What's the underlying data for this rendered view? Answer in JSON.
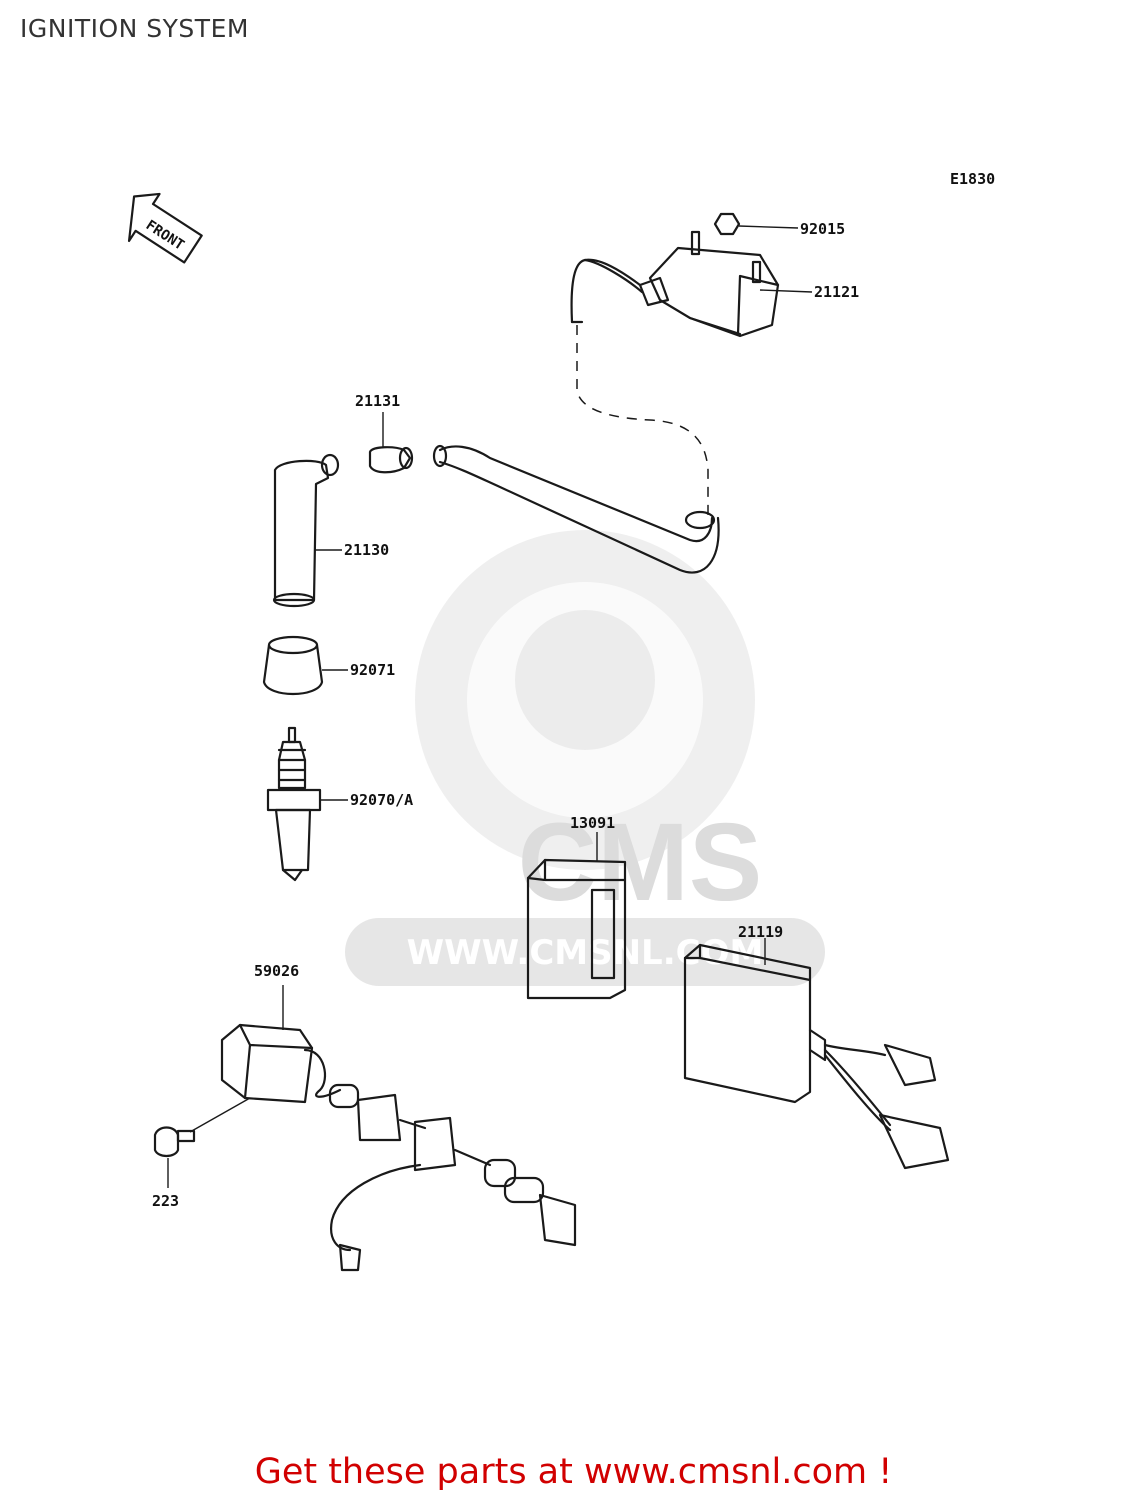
{
  "page_title": "IGNITION SYSTEM",
  "diagram_code": "E1830",
  "front_label": "FRONT",
  "parts": {
    "p92015": "92015",
    "p21121": "21121",
    "p21131": "21131",
    "p21130": "21130",
    "p92071": "92071",
    "p92070": "92070/A",
    "p13091": "13091",
    "p21119": "21119",
    "p59026": "59026",
    "p223": "223"
  },
  "watermark": {
    "logo": "CMS",
    "url": "WWW.CMSNL.COM"
  },
  "footer_text": "Get these parts at www.cmsnl.com !",
  "colors": {
    "footer": "#d10000",
    "watermark": "#e2e2e2",
    "line": "#1a1a1a"
  }
}
